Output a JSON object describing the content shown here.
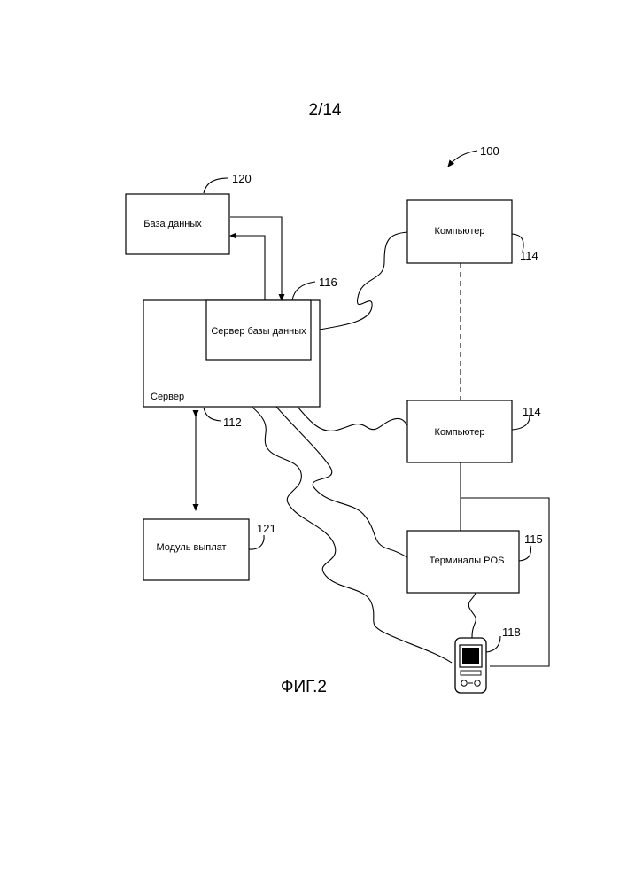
{
  "page_number": "2/14",
  "figure_label": "ФИГ.2",
  "system_ref": "100",
  "blocks": {
    "database": {
      "label": "База данных",
      "ref": "120"
    },
    "server": {
      "label": "Сервер",
      "ref": "112"
    },
    "db_server": {
      "label": "Сервер базы данных",
      "ref": "116"
    },
    "computer_top": {
      "label": "Компьютер",
      "ref": "114"
    },
    "computer_bottom": {
      "label": "Компьютер",
      "ref": "114"
    },
    "payment_module": {
      "label": "Модуль выплат",
      "ref": "121"
    },
    "pos_terminals": {
      "label": "Терминалы POS",
      "ref": "115"
    },
    "mobile_device": {
      "ref": "118"
    }
  }
}
